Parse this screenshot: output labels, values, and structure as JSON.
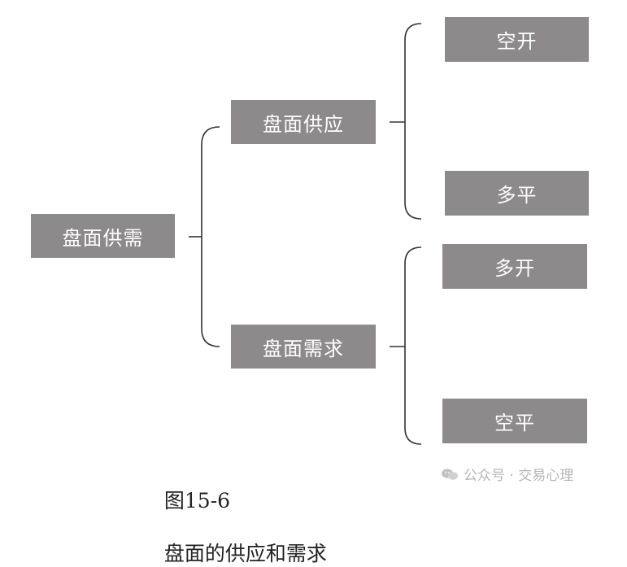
{
  "diagram": {
    "root": {
      "label": "盘面供需"
    },
    "mid": [
      {
        "label": "盘面供应"
      },
      {
        "label": "盘面需求"
      }
    ],
    "leaves": [
      {
        "label": "空开"
      },
      {
        "label": "多平"
      },
      {
        "label": "多开"
      },
      {
        "label": "空平"
      }
    ]
  },
  "caption": {
    "figure_no": "图15-6",
    "title": "盘面的供应和需求"
  },
  "watermark": {
    "text": "公众号 · 交易心理"
  },
  "colors": {
    "node_fill": "#8c8a8a",
    "node_text": "#ffffff",
    "bracket": "#333333"
  }
}
